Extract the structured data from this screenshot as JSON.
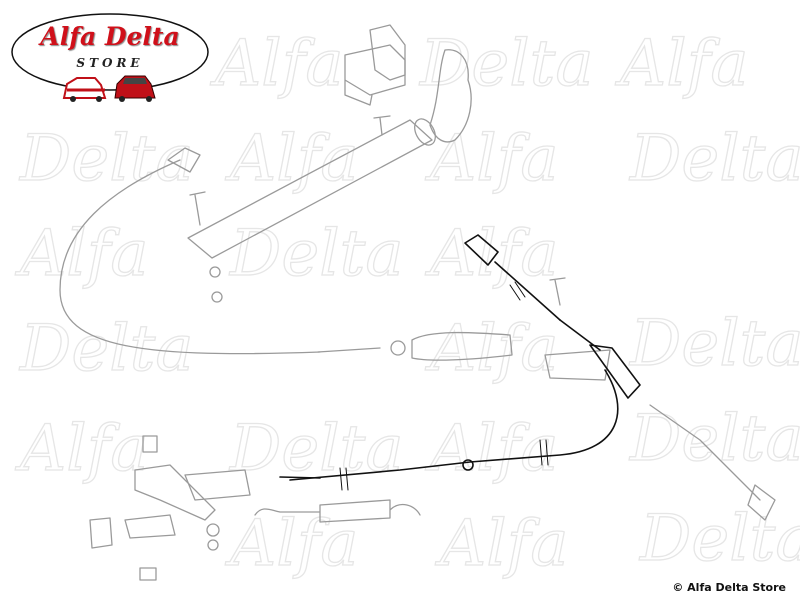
{
  "logo": {
    "title": "Alfa Delta",
    "subtitle": "STORE"
  },
  "watermark": {
    "text_a": "Alfa",
    "text_b": "Delta"
  },
  "copyright": "© Alfa Delta Store"
}
